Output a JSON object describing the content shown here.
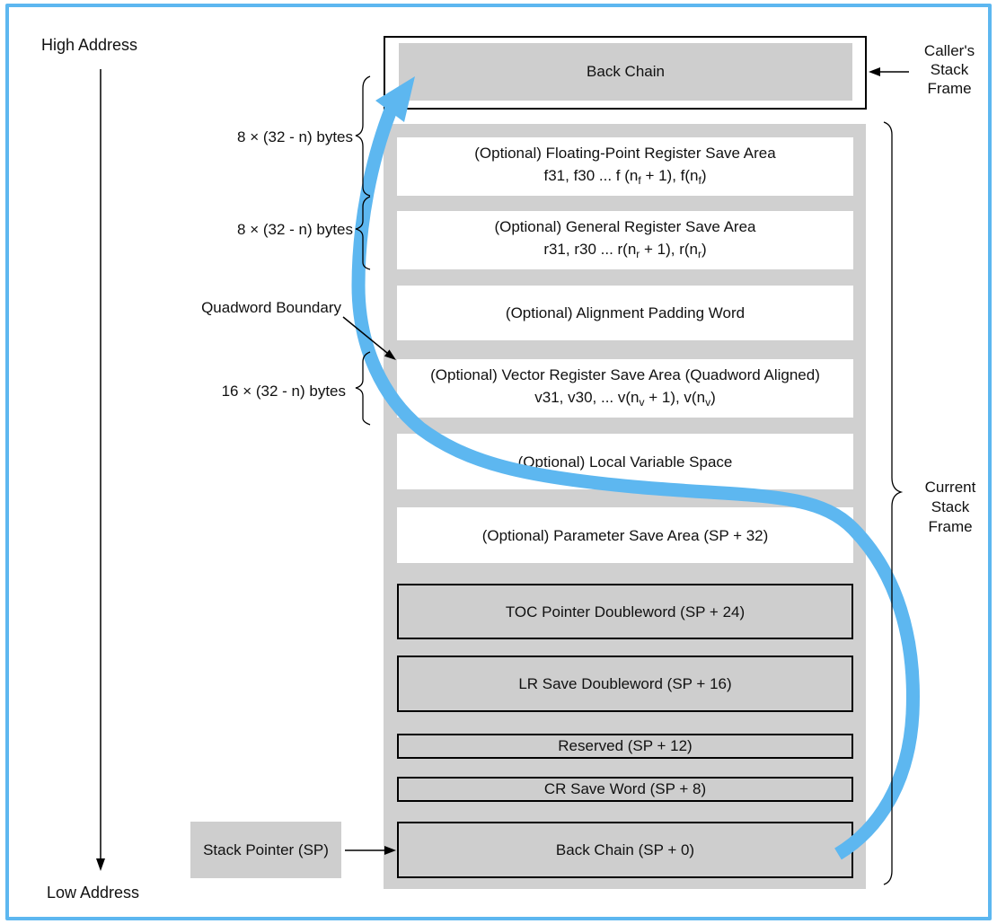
{
  "colors": {
    "accent_blue": "#5db7f0",
    "container_gray": "#d0d0d0",
    "box_gray": "#cecece"
  },
  "address_axis": {
    "high_label": "High Address",
    "low_label": "Low Address"
  },
  "caller_frame": {
    "box_label": "Back Chain",
    "side_label": "Caller's\nStack\nFrame"
  },
  "current_frame": {
    "side_label": "Current\nStack\nFrame"
  },
  "annotations": {
    "fp_size": "8 × (32 - n) bytes",
    "gr_size": "8 × (32 - n) bytes",
    "vector_size": "16 × (32 - n) bytes",
    "quadword_boundary": "Quadword Boundary",
    "stack_pointer": "Stack Pointer (SP)"
  },
  "stack_rows": [
    {
      "id": "fp-save-area",
      "line1": "(Optional) Floating-Point Register Save Area",
      "line2": [
        {
          "t": "f31, f30 ... f (n"
        },
        {
          "t": "f",
          "sub": true
        },
        {
          "t": " + 1), f(n"
        },
        {
          "t": "f",
          "sub": true
        },
        {
          "t": ")"
        }
      ]
    },
    {
      "id": "gr-save-area",
      "line1": "(Optional) General Register Save Area",
      "line2": [
        {
          "t": "r31, r30 ... r(n"
        },
        {
          "t": "r",
          "sub": true
        },
        {
          "t": " + 1), r(n"
        },
        {
          "t": "r",
          "sub": true
        },
        {
          "t": ")"
        }
      ]
    },
    {
      "id": "alignment-padding",
      "line1": "(Optional) Alignment Padding Word"
    },
    {
      "id": "vector-save-area",
      "line1": "(Optional) Vector Register Save Area (Quadword Aligned)",
      "line2": [
        {
          "t": "v31, v30, ... v(n"
        },
        {
          "t": "v",
          "sub": true
        },
        {
          "t": " + 1), v(n"
        },
        {
          "t": "v",
          "sub": true
        },
        {
          "t": ")"
        }
      ]
    },
    {
      "id": "local-variable-space",
      "line1": "(Optional) Local Variable Space"
    },
    {
      "id": "parameter-save-area",
      "line1": "(Optional) Parameter Save Area (SP + 32)"
    },
    {
      "id": "toc-pointer",
      "line1": "TOC Pointer Doubleword (SP + 24)"
    },
    {
      "id": "lr-save",
      "line1": "LR Save Doubleword (SP + 16)"
    },
    {
      "id": "reserved",
      "line1": "Reserved (SP + 12)"
    },
    {
      "id": "cr-save",
      "line1": "CR Save Word (SP + 8)"
    },
    {
      "id": "back-chain-sp0",
      "line1": "Back Chain (SP + 0)"
    }
  ]
}
